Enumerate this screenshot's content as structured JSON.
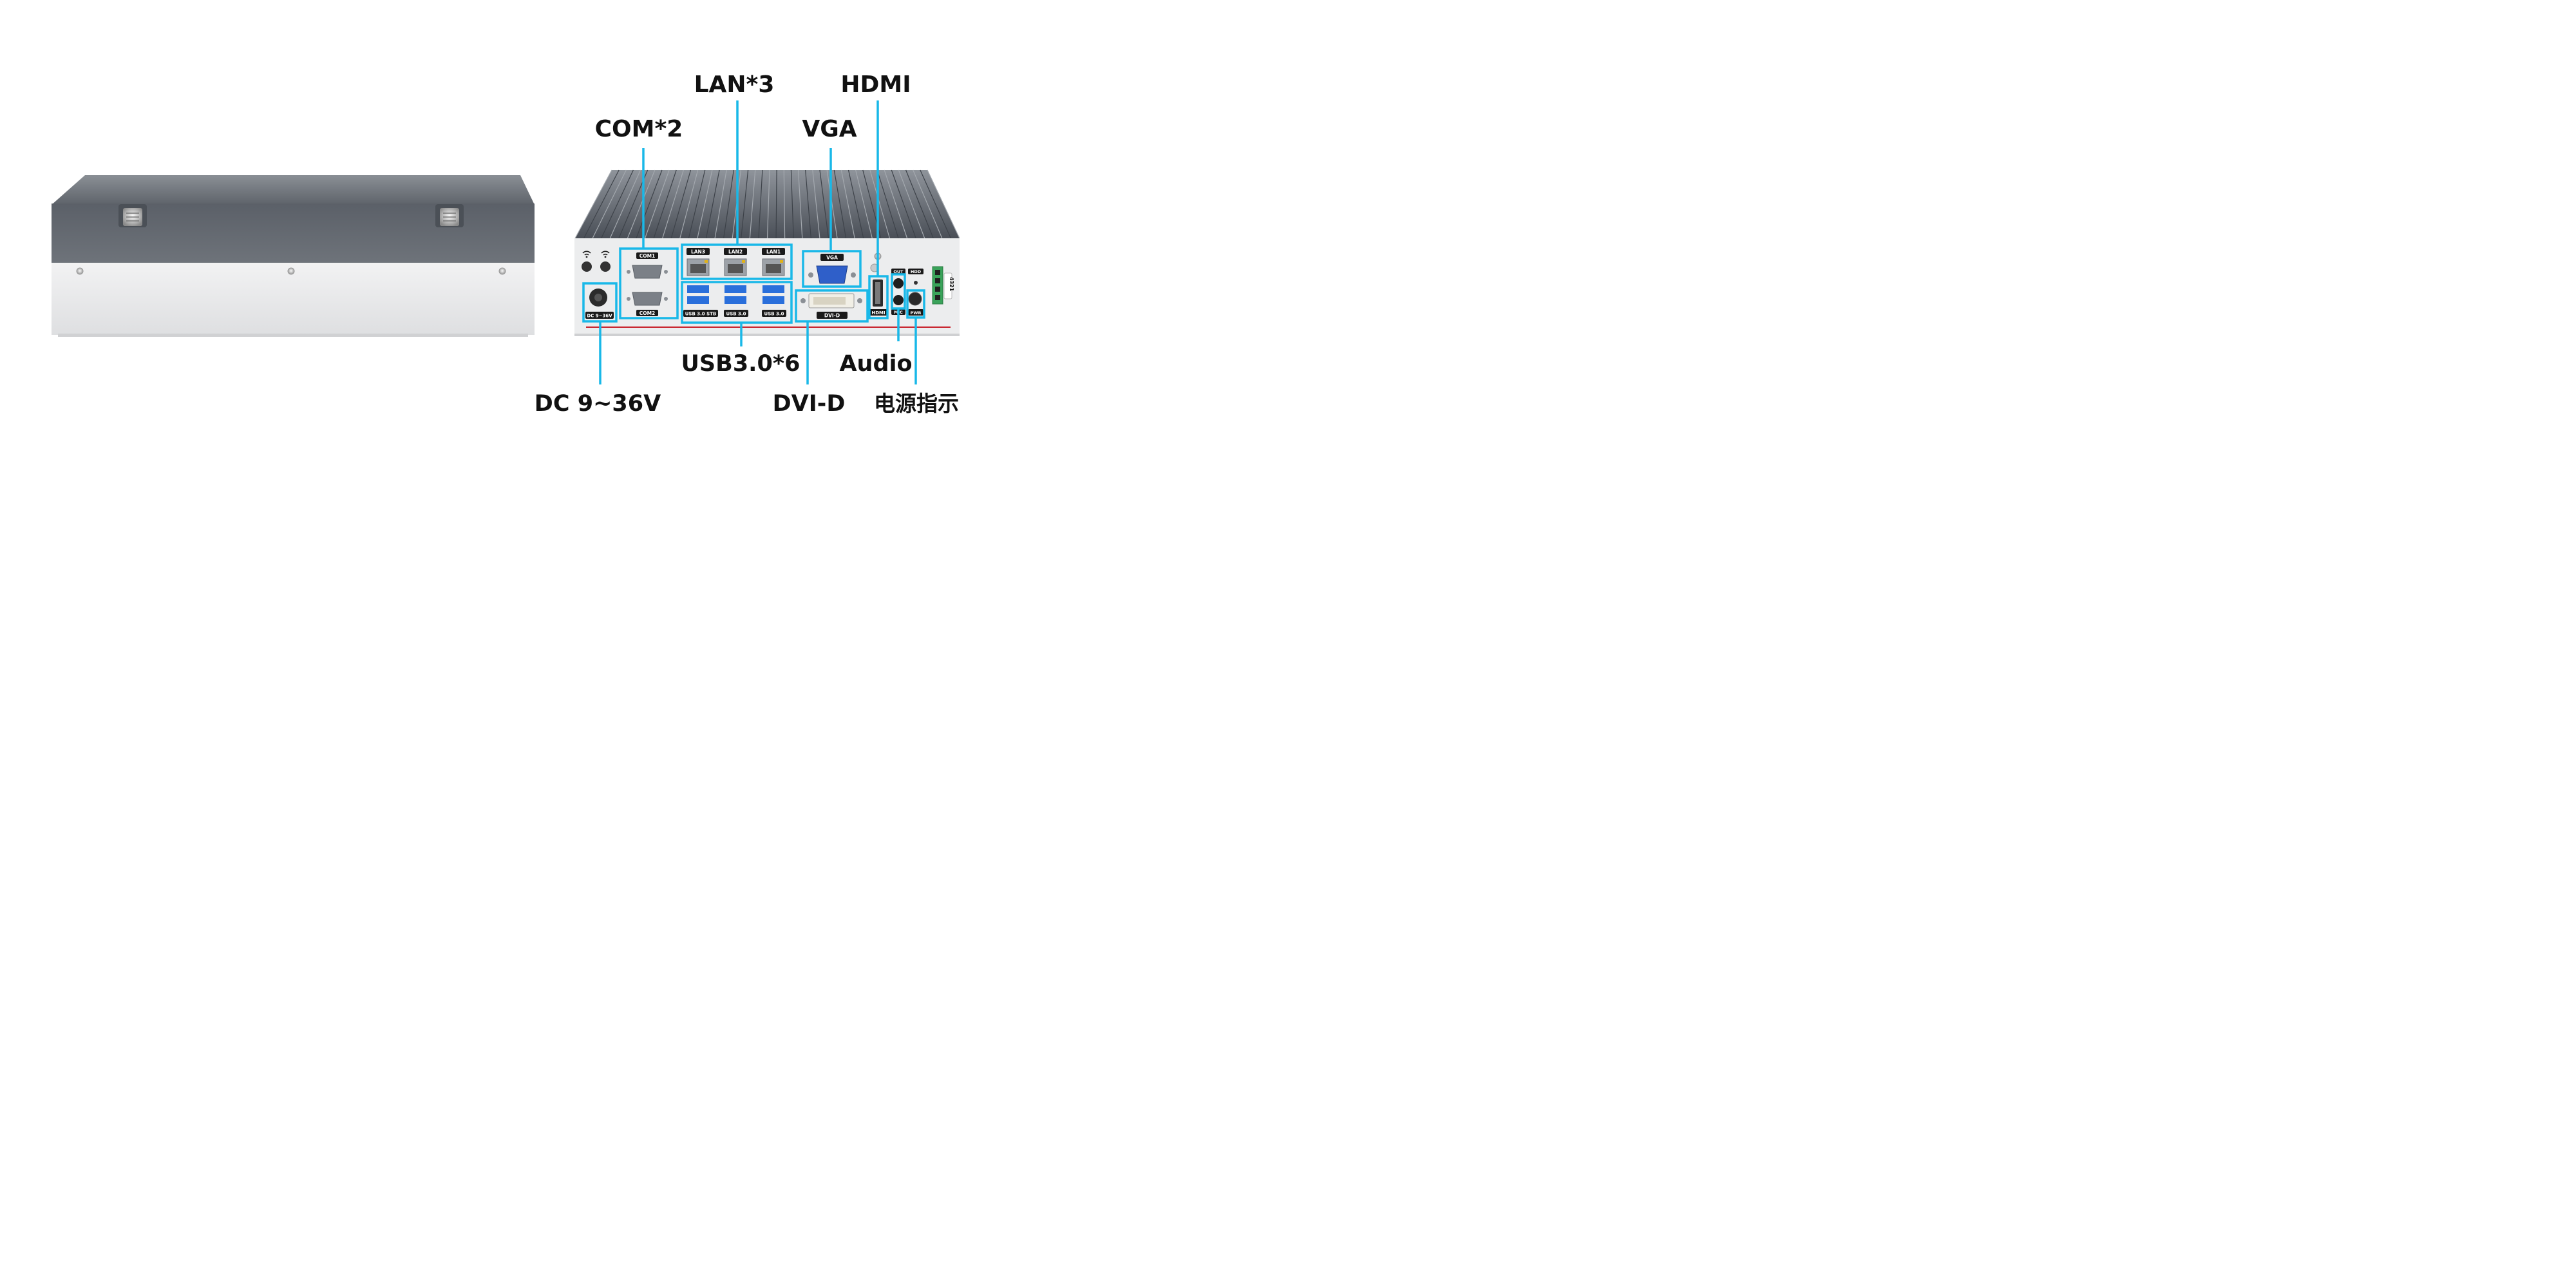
{
  "colors": {
    "callout_line": "#19b8e8",
    "panel_face": "#e9eaec",
    "heatsink_dark": "#4a4f57",
    "heatsink_mid": "#6c7178",
    "port_label_bg": "#1a1a1a",
    "usb_blue": "#2a6fdb",
    "vga_blue": "#2f5fc9",
    "terminal_green": "#3aa35a",
    "accent_red": "#c8202a"
  },
  "icons": [
    "wifi-antenna-icon",
    "screw-icon",
    "dc-jack-icon",
    "db9-serial-icon",
    "rj45-icon",
    "usb-icon",
    "vga-port-icon",
    "dvi-port-icon",
    "hdmi-port-icon",
    "audio-jack-icon",
    "led-icon",
    "power-button-icon",
    "terminal-block-icon"
  ],
  "callouts": {
    "com": "COM*2",
    "lan": "LAN*3",
    "vga": "VGA",
    "hdmi": "HDMI",
    "dc": "DC 9~36V",
    "usb": "USB3.0*6",
    "dvi": "DVI-D",
    "audio": "Audio",
    "power_indicator": "电源指示"
  },
  "port_labels": {
    "com1": "COM1",
    "com2": "COM2",
    "lan3": "LAN3",
    "lan2": "LAN2",
    "lan1": "LAN1",
    "usb_stb": "USB 3.0 STB",
    "usb_a": "USB 3.0",
    "usb_b": "USB 3.0",
    "vga": "VGA",
    "dvi": "DVI-D",
    "hdmi": "HDMI",
    "dc": "DC 9~36V",
    "out": "OUT",
    "mic": "MIC",
    "hdd": "HDD",
    "pwr": "PWR",
    "terminal_pins": "4321"
  }
}
